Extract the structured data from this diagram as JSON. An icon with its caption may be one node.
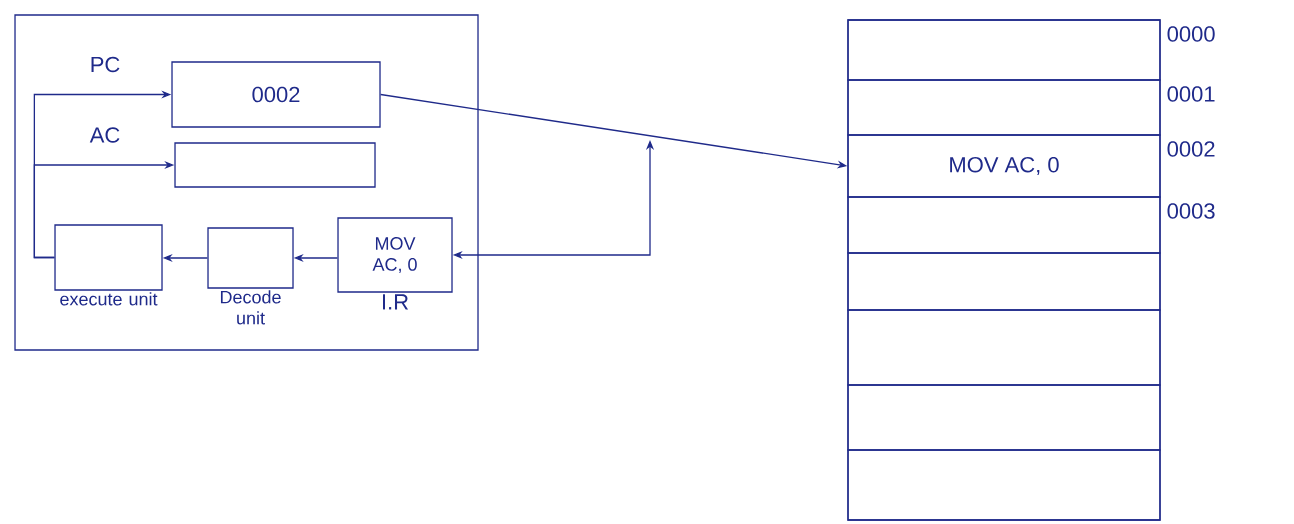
{
  "diagram": {
    "nodes": [
      {
        "text": [],
        "shape": "box"
      },
      {
        "text": [
          "0002"
        ],
        "in": 0
      },
      {
        "text": [],
        "shape": "box",
        "in": 0
      },
      {
        "text": [
          "execute unit"
        ],
        "in": 0
      },
      {
        "text": [
          "Decode unit"
        ],
        "in": 0
      },
      {
        "text": [
          "MOV AC, 0",
          "I.R"
        ],
        "in": 0
      },
      {
        "text": [],
        "shape": "box"
      },
      {
        "text": [],
        "shape": "box",
        "in": 6,
        "beside": [
          "0000"
        ]
      },
      {
        "text": [],
        "shape": "box",
        "in": 6,
        "beside": [
          "0001"
        ]
      },
      {
        "text": [
          "MOV AC, 0"
        ],
        "in": 6,
        "beside": [
          "0002"
        ]
      },
      {
        "text": [],
        "shape": "box",
        "in": 6,
        "beside": [
          "0003"
        ]
      },
      {
        "text": [],
        "shape": "box",
        "in": 6
      },
      {
        "text": [],
        "shape": "box",
        "in": 6
      },
      {
        "text": [],
        "shape": "box",
        "in": 6
      },
      {
        "text": [],
        "shape": "box",
        "in": 6
      }
    ],
    "edges": [
      {
        "from": 1,
        "to": 9,
        "arrow": "to"
      },
      {
        "from": 5,
        "to": null,
        "arrow": "both"
      },
      {
        "from": 5,
        "to": 4,
        "arrow": "to"
      },
      {
        "from": 4,
        "to": 3,
        "arrow": "to"
      },
      {
        "from": 3,
        "to": 1,
        "arrow": "to",
        "label": "PC"
      },
      {
        "from": 3,
        "to": 2,
        "arrow": "to",
        "label": "AC"
      }
    ]
  }
}
